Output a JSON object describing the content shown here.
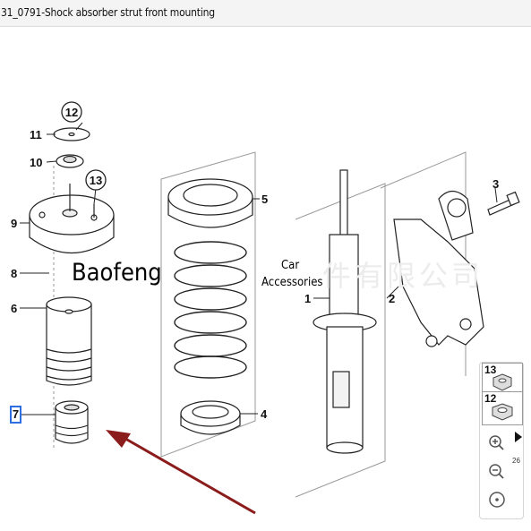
{
  "title": "31_0791-Shock absorber strut front mounting",
  "callouts": {
    "c1": "1",
    "c2": "2",
    "c3": "3",
    "c4": "4",
    "c5": "5",
    "c6": "6",
    "c7": "7",
    "c8": "8",
    "c9": "9",
    "c10": "10",
    "c11": "11",
    "c12": "12",
    "c13": "13"
  },
  "watermark": {
    "brand": "Baofeng",
    "car": "Car",
    "accessories": "Accessories",
    "chinese": "件有限公司"
  },
  "panel": {
    "thumb1_label": "13",
    "thumb2_label": "12",
    "page_indicator": "26",
    "icons": [
      "zoom-in-icon",
      "zoom-out-icon",
      "reset-view-icon",
      "next-arrow-icon"
    ]
  },
  "colors": {
    "arrow": "#8b1c1c",
    "selection": "#2d6fe0",
    "line": "#222222"
  }
}
